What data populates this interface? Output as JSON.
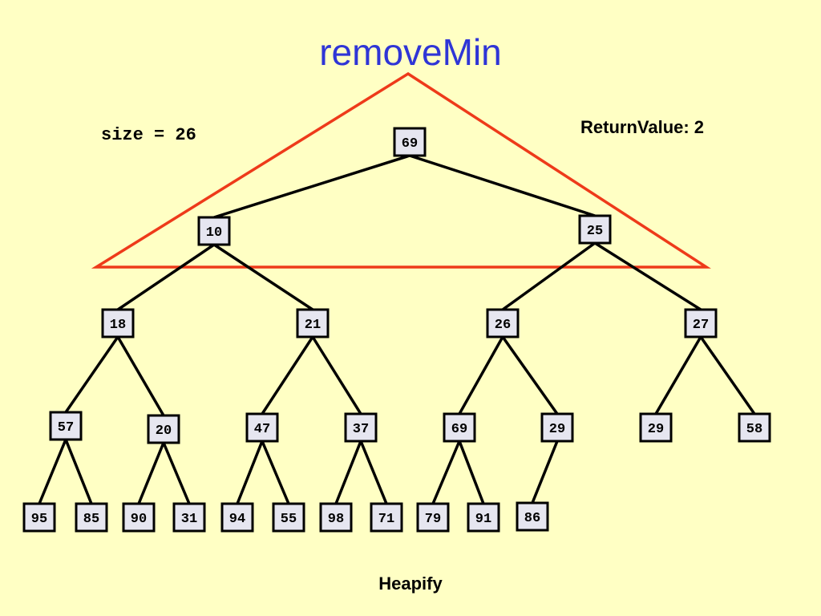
{
  "slide": {
    "title": "removeMin",
    "size_text": "size = 26",
    "return_text": "ReturnValue: 2",
    "footer_text": "Heapify"
  },
  "colors": {
    "background": "#ffffc4",
    "title": "#2f35d6",
    "triangle": "#ee3a1a",
    "node_fill": "#e6e6f0",
    "edge": "#000000"
  },
  "heap": {
    "nodes": [
      {
        "id": "n1",
        "value": "69"
      },
      {
        "id": "n2",
        "value": "10",
        "parent": "n1"
      },
      {
        "id": "n3",
        "value": "25",
        "parent": "n1"
      },
      {
        "id": "n4",
        "value": "18",
        "parent": "n2"
      },
      {
        "id": "n5",
        "value": "21",
        "parent": "n2"
      },
      {
        "id": "n6",
        "value": "26",
        "parent": "n3"
      },
      {
        "id": "n7",
        "value": "27",
        "parent": "n3"
      },
      {
        "id": "n8",
        "value": "57",
        "parent": "n4"
      },
      {
        "id": "n9",
        "value": "20",
        "parent": "n4"
      },
      {
        "id": "n10",
        "value": "47",
        "parent": "n5"
      },
      {
        "id": "n11",
        "value": "37",
        "parent": "n5"
      },
      {
        "id": "n12",
        "value": "69",
        "parent": "n6"
      },
      {
        "id": "n13",
        "value": "29",
        "parent": "n6"
      },
      {
        "id": "n14",
        "value": "29",
        "parent": "n7"
      },
      {
        "id": "n15",
        "value": "58",
        "parent": "n7"
      },
      {
        "id": "n16",
        "value": "95",
        "parent": "n8"
      },
      {
        "id": "n17",
        "value": "85",
        "parent": "n8"
      },
      {
        "id": "n18",
        "value": "90",
        "parent": "n9"
      },
      {
        "id": "n19",
        "value": "31",
        "parent": "n9"
      },
      {
        "id": "n20",
        "value": "94",
        "parent": "n10"
      },
      {
        "id": "n21",
        "value": "55",
        "parent": "n10"
      },
      {
        "id": "n22",
        "value": "98",
        "parent": "n11"
      },
      {
        "id": "n23",
        "value": "71",
        "parent": "n11"
      },
      {
        "id": "n24",
        "value": "79",
        "parent": "n12"
      },
      {
        "id": "n25",
        "value": "91",
        "parent": "n12"
      },
      {
        "id": "n26",
        "value": "86",
        "parent": "n13"
      }
    ]
  }
}
